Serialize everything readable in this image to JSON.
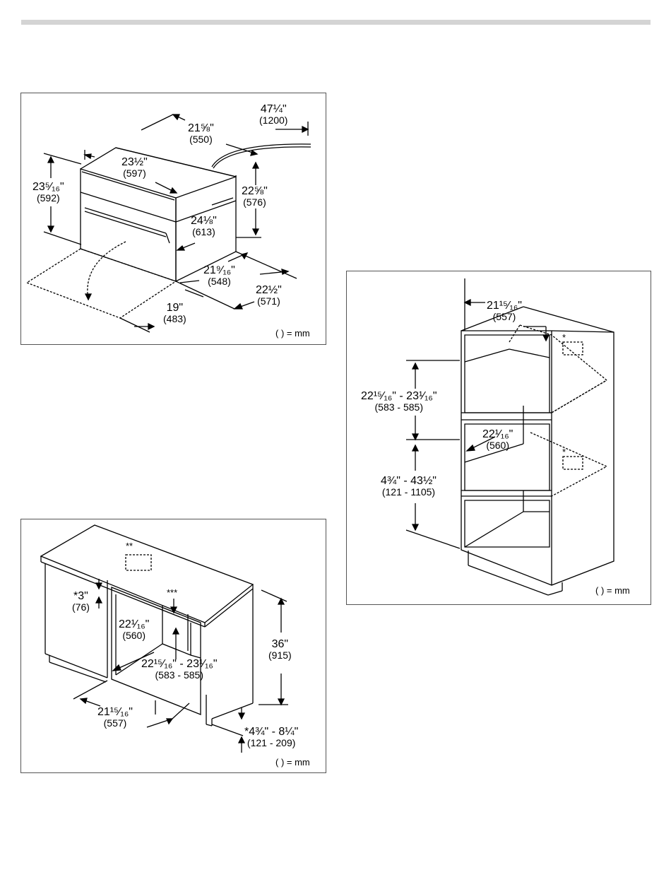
{
  "panel1": {
    "dims": [
      {
        "imp": "47¼\"",
        "mm": "(1200)"
      },
      {
        "imp": "21⅝\"",
        "mm": "(550)"
      },
      {
        "imp": "23½\"",
        "mm": "(597)"
      },
      {
        "imp": "23⁵⁄₁₆\"",
        "mm": "(592)"
      },
      {
        "imp": "22⅝\"",
        "mm": "(576)"
      },
      {
        "imp": "24⅛\"",
        "mm": "(613)"
      },
      {
        "imp": "21⁹⁄₁₆\"",
        "mm": "(548)"
      },
      {
        "imp": "22½\"",
        "mm": "(571)"
      },
      {
        "imp": "19\"",
        "mm": "(483)"
      }
    ],
    "unit_note": "( ) = mm"
  },
  "panel2": {
    "dims": [
      {
        "imp": "21¹⁵⁄₁₆\"",
        "mm": "(557)"
      },
      {
        "imp": "22¹⁵⁄₁₆\" - 23¹⁄₁₆\"",
        "mm": "(583 - 585)"
      },
      {
        "imp": "22¹⁄₁₆\"",
        "mm": "(560)"
      },
      {
        "imp": "4¾\" - 43½\"",
        "mm": "(121 - 1105)"
      }
    ],
    "stars": [
      "*",
      "*"
    ],
    "unit_note": "( ) = mm"
  },
  "panel3": {
    "dims": [
      {
        "imp": "*3\"",
        "mm": "(76)"
      },
      {
        "imp": "22¹⁄₁₆\"",
        "mm": "(560)"
      },
      {
        "imp": "22¹⁵⁄₁₆\" - 23¹⁄₁₆\"",
        "mm": "(583 - 585)"
      },
      {
        "imp": "36\"",
        "mm": "(915)"
      },
      {
        "imp": "21¹⁵⁄₁₆\"",
        "mm": "(557)"
      },
      {
        "imp": "*4¾\" - 8¼\"",
        "mm": "(121 - 209)"
      }
    ],
    "stars": [
      "**",
      "***"
    ],
    "unit_note": "( ) = mm"
  }
}
